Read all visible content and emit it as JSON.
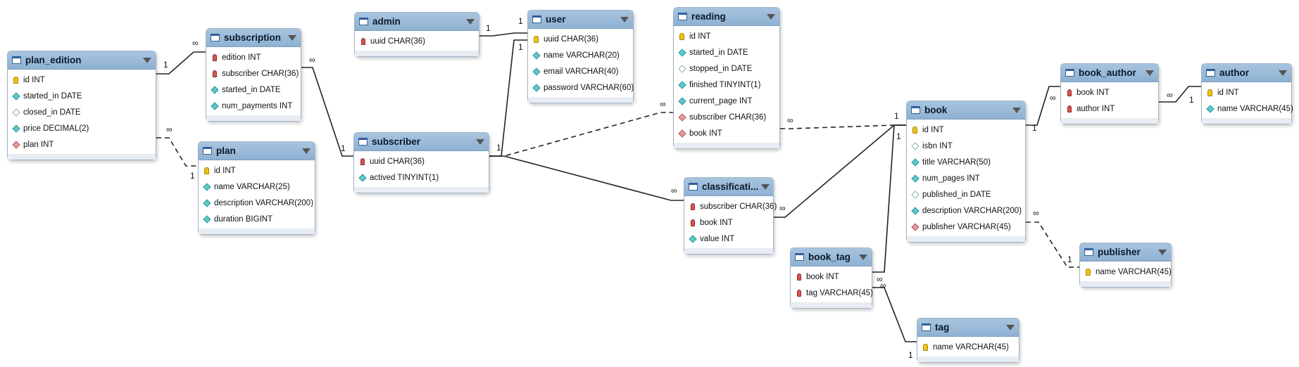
{
  "tables": {
    "plan_edition": {
      "name": "plan_edition",
      "columns": [
        {
          "icon": "key",
          "text": "id INT"
        },
        {
          "icon": "diamond",
          "text": "started_in DATE"
        },
        {
          "icon": "diamond-empty",
          "text": "closed_in DATE"
        },
        {
          "icon": "diamond",
          "text": "price DECIMAL(2)"
        },
        {
          "icon": "diamond-red",
          "text": "plan INT"
        }
      ]
    },
    "subscription": {
      "name": "subscription",
      "columns": [
        {
          "icon": "fk-key",
          "text": "edition INT"
        },
        {
          "icon": "fk-key",
          "text": "subscriber CHAR(36)"
        },
        {
          "icon": "diamond",
          "text": "started_in DATE"
        },
        {
          "icon": "diamond",
          "text": "num_payments INT"
        }
      ]
    },
    "plan": {
      "name": "plan",
      "columns": [
        {
          "icon": "key",
          "text": "id INT"
        },
        {
          "icon": "diamond",
          "text": "name VARCHAR(25)"
        },
        {
          "icon": "diamond",
          "text": "description VARCHAR(200)"
        },
        {
          "icon": "diamond",
          "text": "duration BIGINT"
        }
      ]
    },
    "admin": {
      "name": "admin",
      "columns": [
        {
          "icon": "fk-key",
          "text": "uuid CHAR(36)"
        }
      ]
    },
    "subscriber": {
      "name": "subscriber",
      "columns": [
        {
          "icon": "fk-key",
          "text": "uuid CHAR(36)"
        },
        {
          "icon": "diamond",
          "text": "actived TINYINT(1)"
        }
      ]
    },
    "user": {
      "name": "user",
      "columns": [
        {
          "icon": "key",
          "text": "uuid CHAR(36)"
        },
        {
          "icon": "diamond",
          "text": "name VARCHAR(20)"
        },
        {
          "icon": "diamond",
          "text": "email VARCHAR(40)"
        },
        {
          "icon": "diamond",
          "text": "password VARCHAR(60)"
        }
      ]
    },
    "reading": {
      "name": "reading",
      "columns": [
        {
          "icon": "key",
          "text": "id INT"
        },
        {
          "icon": "diamond",
          "text": "started_in DATE"
        },
        {
          "icon": "diamond-empty",
          "text": "stopped_in DATE"
        },
        {
          "icon": "diamond",
          "text": "finished TINYINT(1)"
        },
        {
          "icon": "diamond",
          "text": "current_page INT"
        },
        {
          "icon": "diamond-red",
          "text": "subscriber CHAR(36)"
        },
        {
          "icon": "diamond-red",
          "text": "book INT"
        }
      ]
    },
    "classification": {
      "name": "classificati...",
      "columns": [
        {
          "icon": "fk-key",
          "text": "subscriber CHAR(36)"
        },
        {
          "icon": "fk-key",
          "text": "book INT"
        },
        {
          "icon": "diamond",
          "text": "value INT"
        }
      ]
    },
    "book_tag": {
      "name": "book_tag",
      "columns": [
        {
          "icon": "fk-key",
          "text": "book INT"
        },
        {
          "icon": "fk-key",
          "text": "tag VARCHAR(45)"
        }
      ]
    },
    "tag": {
      "name": "tag",
      "columns": [
        {
          "icon": "key",
          "text": "name VARCHAR(45)"
        }
      ]
    },
    "book": {
      "name": "book",
      "columns": [
        {
          "icon": "key",
          "text": "id INT"
        },
        {
          "icon": "diamond-empty",
          "text": "isbn INT"
        },
        {
          "icon": "diamond",
          "text": "title VARCHAR(50)"
        },
        {
          "icon": "diamond",
          "text": "num_pages INT"
        },
        {
          "icon": "diamond-empty",
          "text": "published_in DATE"
        },
        {
          "icon": "diamond",
          "text": "description VARCHAR(200)"
        },
        {
          "icon": "diamond-red",
          "text": "publisher VARCHAR(45)"
        }
      ]
    },
    "book_author": {
      "name": "book_author",
      "columns": [
        {
          "icon": "fk-key",
          "text": "book INT"
        },
        {
          "icon": "fk-key",
          "text": "author INT"
        }
      ]
    },
    "author": {
      "name": "author",
      "columns": [
        {
          "icon": "key",
          "text": "id INT"
        },
        {
          "icon": "diamond",
          "text": "name VARCHAR(45)"
        }
      ]
    },
    "publisher": {
      "name": "publisher",
      "columns": [
        {
          "icon": "key",
          "text": "name VARCHAR(45)"
        }
      ]
    }
  },
  "cardinality": {
    "one": "1",
    "many": "∞"
  },
  "relations": [
    {
      "from": "plan_edition",
      "to": "subscription",
      "from_card": "1",
      "to_card": "∞",
      "style": "solid"
    },
    {
      "from": "plan_edition",
      "to": "plan",
      "from_card": "∞",
      "to_card": "1",
      "style": "dashed"
    },
    {
      "from": "subscription",
      "to": "subscriber",
      "from_card": "∞",
      "to_card": "1",
      "style": "solid"
    },
    {
      "from": "admin",
      "to": "user",
      "from_card": "1",
      "to_card": "1",
      "style": "solid"
    },
    {
      "from": "subscriber",
      "to": "user",
      "from_card": "1",
      "to_card": "1",
      "style": "solid"
    },
    {
      "from": "subscriber",
      "to": "reading",
      "from_card": "1",
      "to_card": "∞",
      "style": "dashed"
    },
    {
      "from": "subscriber",
      "to": "classification",
      "from_card": "1",
      "to_card": "∞",
      "style": "solid"
    },
    {
      "from": "reading",
      "to": "book",
      "from_card": "∞",
      "to_card": "1",
      "style": "dashed"
    },
    {
      "from": "classification",
      "to": "book",
      "from_card": "∞",
      "to_card": "1",
      "style": "solid"
    },
    {
      "from": "book_tag",
      "to": "book",
      "from_card": "∞",
      "to_card": "1",
      "style": "solid"
    },
    {
      "from": "book_tag",
      "to": "tag",
      "from_card": "∞",
      "to_card": "1",
      "style": "solid"
    },
    {
      "from": "book",
      "to": "book_author",
      "from_card": "1",
      "to_card": "∞",
      "style": "solid"
    },
    {
      "from": "book_author",
      "to": "author",
      "from_card": "∞",
      "to_card": "1",
      "style": "solid"
    },
    {
      "from": "book",
      "to": "publisher",
      "from_card": "∞",
      "to_card": "1",
      "style": "dashed"
    }
  ]
}
